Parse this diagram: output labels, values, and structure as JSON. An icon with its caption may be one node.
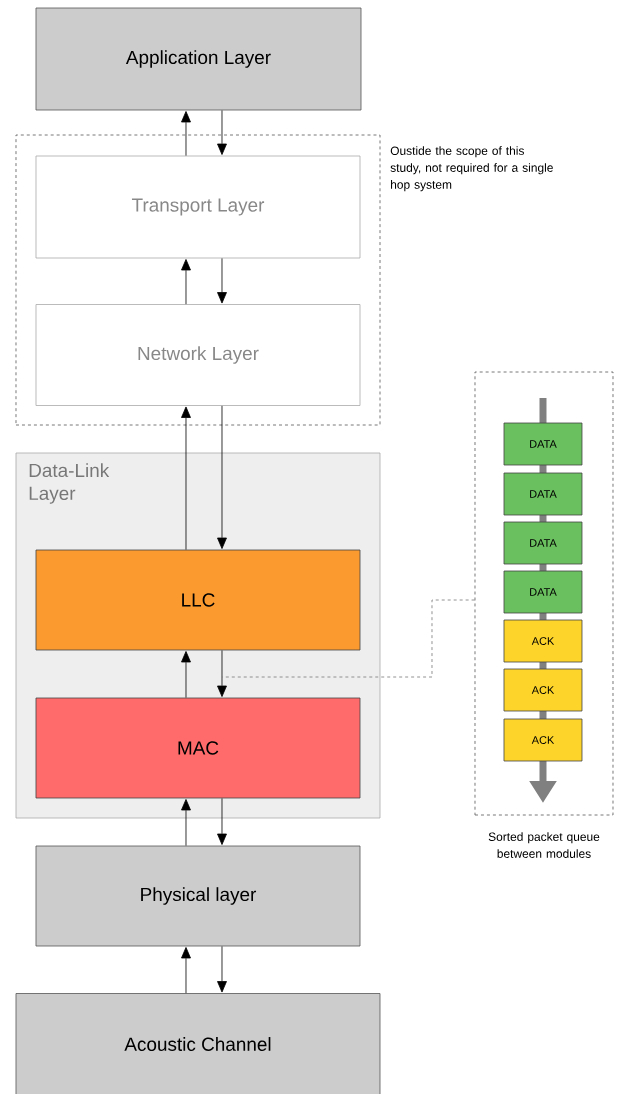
{
  "diagram": {
    "nodes": [
      {
        "text": [
          "Application Layer"
        ]
      },
      {
        "text": [],
        "shape": "box",
        "beside": [
          "Oustide the scope of this study, not required for a single hop system"
        ]
      },
      {
        "text": [
          "Transport Layer"
        ],
        "in": 1
      },
      {
        "text": [
          "Network Layer"
        ],
        "in": 1
      },
      {
        "text": [
          "Data-Link Layer"
        ]
      },
      {
        "text": [
          "LLC"
        ],
        "in": 4
      },
      {
        "text": [
          "MAC"
        ],
        "in": 4
      },
      {
        "text": [
          "Physical layer"
        ]
      },
      {
        "text": [
          "Acoustic Channel"
        ]
      },
      {
        "text": [],
        "shape": "box",
        "beside": [
          "Sorted packet queue between modules"
        ]
      },
      {
        "text": [
          "DATA"
        ],
        "in": 9
      },
      {
        "text": [
          "DATA"
        ],
        "in": 9
      },
      {
        "text": [
          "DATA"
        ],
        "in": 9
      },
      {
        "text": [
          "DATA"
        ],
        "in": 9
      },
      {
        "text": [
          "ACK"
        ],
        "in": 9
      },
      {
        "text": [
          "ACK"
        ],
        "in": 9
      },
      {
        "text": [
          "ACK"
        ],
        "in": 9
      }
    ],
    "edges": [
      {
        "from": 2,
        "to": 0,
        "arrow": "to"
      },
      {
        "from": 0,
        "to": 2,
        "arrow": "to"
      },
      {
        "from": 3,
        "to": 2,
        "arrow": "to"
      },
      {
        "from": 2,
        "to": 3,
        "arrow": "to"
      },
      {
        "from": 5,
        "to": 3,
        "arrow": "to"
      },
      {
        "from": 3,
        "to": 5,
        "arrow": "to"
      },
      {
        "from": 6,
        "to": 5,
        "arrow": "to"
      },
      {
        "from": 5,
        "to": 6,
        "arrow": "to"
      },
      {
        "from": 7,
        "to": 6,
        "arrow": "to"
      },
      {
        "from": 6,
        "to": 7,
        "arrow": "to"
      },
      {
        "from": 8,
        "to": 7,
        "arrow": "to"
      },
      {
        "from": 7,
        "to": 8,
        "arrow": "to"
      },
      {
        "from": 9,
        "to": null,
        "arrow": "none",
        "style": "dashed",
        "color": "#777777"
      }
    ]
  }
}
